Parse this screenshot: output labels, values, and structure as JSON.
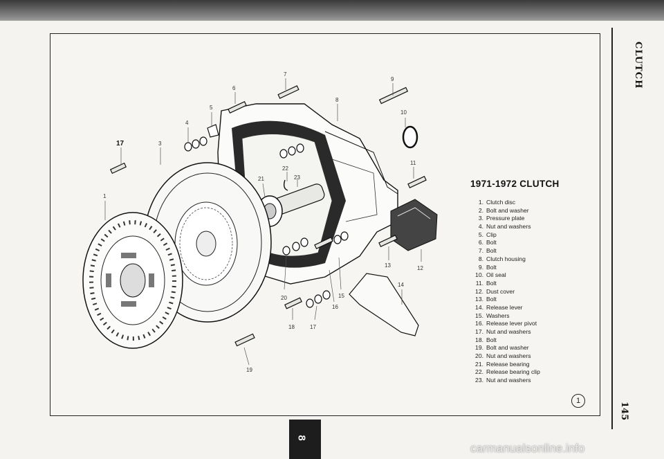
{
  "chapter": "CLUTCH",
  "page_number": "145",
  "section_tab": "8",
  "figure_id": "1",
  "title": "1971-1972 CLUTCH",
  "parts": [
    {
      "num": "1.",
      "label": "Clutch disc"
    },
    {
      "num": "2.",
      "label": "Bolt and washer"
    },
    {
      "num": "3.",
      "label": "Pressure plate"
    },
    {
      "num": "4.",
      "label": "Nut and washers"
    },
    {
      "num": "5.",
      "label": "Clip"
    },
    {
      "num": "6.",
      "label": "Bolt"
    },
    {
      "num": "7.",
      "label": "Bolt"
    },
    {
      "num": "8.",
      "label": "Clutch housing"
    },
    {
      "num": "9.",
      "label": "Bolt"
    },
    {
      "num": "10.",
      "label": "Oil seal"
    },
    {
      "num": "11.",
      "label": "Bolt"
    },
    {
      "num": "12.",
      "label": "Dust cover"
    },
    {
      "num": "13.",
      "label": "Bolt"
    },
    {
      "num": "14.",
      "label": "Release lever"
    },
    {
      "num": "15.",
      "label": "Washers"
    },
    {
      "num": "16.",
      "label": "Release lever pivot"
    },
    {
      "num": "17.",
      "label": "Nut and washers"
    },
    {
      "num": "18.",
      "label": "Bolt"
    },
    {
      "num": "19.",
      "label": "Bolt and washer"
    },
    {
      "num": "20.",
      "label": "Nut and washers"
    },
    {
      "num": "21.",
      "label": "Release bearing"
    },
    {
      "num": "22.",
      "label": "Release bearing clip"
    },
    {
      "num": "23.",
      "label": "Nut and washers"
    }
  ],
  "callouts": {
    "c1": "1",
    "c3": "3",
    "c4": "4",
    "c5": "5",
    "c6": "6",
    "c7": "7",
    "c8": "8",
    "c9": "9",
    "c10": "10",
    "c11": "11",
    "c12": "12",
    "c13": "13",
    "c14": "14",
    "c15": "15",
    "c16": "16",
    "c17a": "17",
    "c17b": "17",
    "c18": "18",
    "c19": "19",
    "c20": "20",
    "c21": "21",
    "c22": "22",
    "c23": "23"
  },
  "watermark": "carmanualsonline.info"
}
